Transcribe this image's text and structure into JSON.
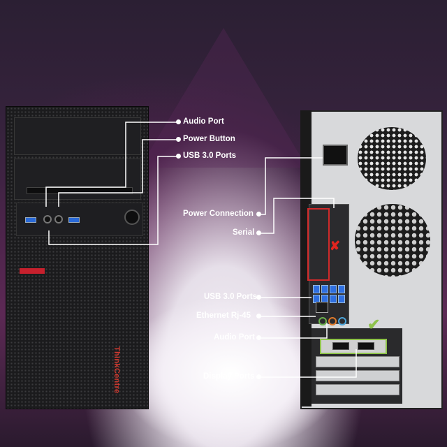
{
  "brand_text": "ThinkCentre",
  "front_labels": {
    "audio_port": "Audio Port",
    "power_button": "Power Button",
    "usb30_ports": "USB 3.0 Ports"
  },
  "rear_labels": {
    "power_connection": "Power Connection",
    "serial": "Serial",
    "usb30_ports": "USB 3.0 Ports",
    "ethernet": "Ethernet Rj-45",
    "audio_port": "Audio Port",
    "display_ports": "Display Ports"
  },
  "colors": {
    "label_text": "#ffffff",
    "accent_red": "#c7202d",
    "mark_x": "#e0251f",
    "mark_check": "#8ec24a",
    "usb_blue": "#2a6ad8"
  },
  "marks": {
    "x_symbol": "✘",
    "check_symbol": "✔"
  }
}
